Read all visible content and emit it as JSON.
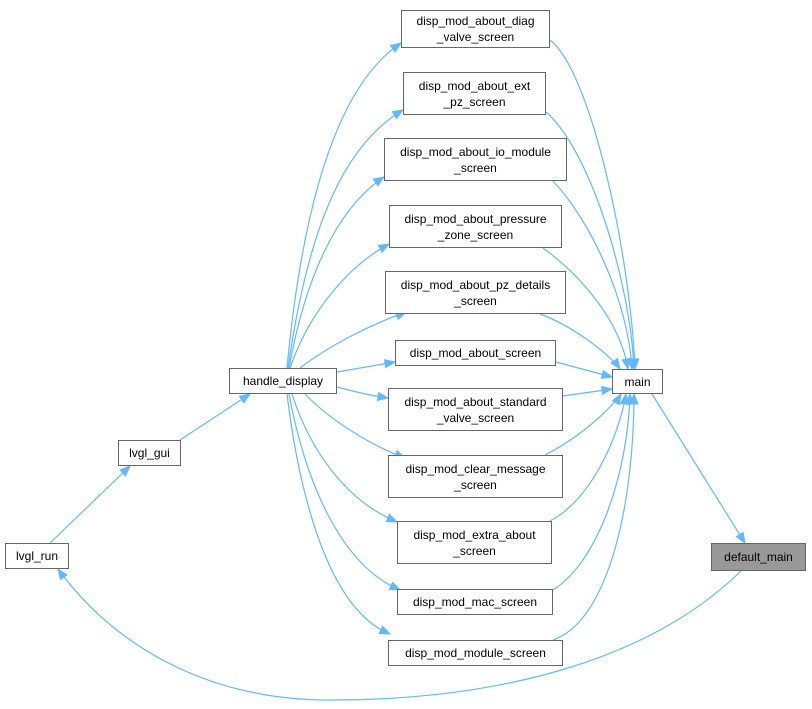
{
  "diagram": {
    "colors": {
      "edge": "#63b8ff",
      "node_border": "#666666",
      "node_fill": "#ffffff",
      "root_fill": "#999999"
    },
    "nodes": [
      {
        "id": "n0",
        "label": "disp_mod_about_diag\n_valve_screen"
      },
      {
        "id": "n1",
        "label": "disp_mod_about_ext\n_pz_screen"
      },
      {
        "id": "n2",
        "label": "disp_mod_about_io_module\n_screen"
      },
      {
        "id": "n3",
        "label": "disp_mod_about_pressure\n_zone_screen"
      },
      {
        "id": "n4",
        "label": "disp_mod_about_pz_details\n_screen"
      },
      {
        "id": "n5",
        "label": "disp_mod_about_screen"
      },
      {
        "id": "n6",
        "label": "disp_mod_about_standard\n_valve_screen"
      },
      {
        "id": "n7",
        "label": "disp_mod_clear_message\n_screen"
      },
      {
        "id": "n8",
        "label": "disp_mod_extra_about\n_screen"
      },
      {
        "id": "n9",
        "label": "disp_mod_mac_screen"
      },
      {
        "id": "n10",
        "label": "disp_mod_module_screen"
      },
      {
        "id": "n11",
        "label": "handle_display"
      },
      {
        "id": "n12",
        "label": "lvgl_gui"
      },
      {
        "id": "n13",
        "label": "lvgl_run"
      },
      {
        "id": "n14",
        "label": "main"
      },
      {
        "id": "n15",
        "label": "default_main"
      }
    ]
  }
}
